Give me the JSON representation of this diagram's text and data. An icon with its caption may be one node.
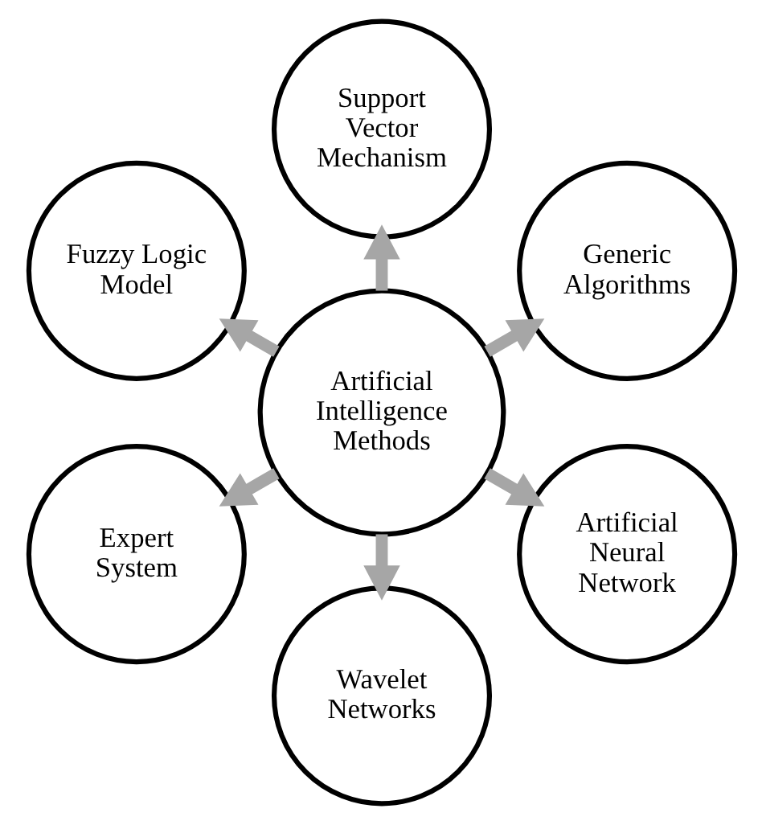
{
  "diagram": {
    "nodes": [
      {
        "text": [
          "Artificial Intelligence Methods"
        ]
      },
      {
        "text": [
          "Artificial Neural Network"
        ]
      },
      {
        "text": [
          "Wavelet Networks"
        ]
      },
      {
        "text": [
          "Expert System"
        ]
      },
      {
        "text": [
          "Fuzzy Logic Model"
        ]
      },
      {
        "text": [
          "Support Vector Mechanism"
        ]
      },
      {
        "text": [
          "Generic Algorithms"
        ]
      }
    ],
    "edges": [
      {
        "from": 0,
        "to": 1,
        "arrow": "to"
      },
      {
        "from": 0,
        "to": 2,
        "arrow": "to"
      },
      {
        "from": 0,
        "to": 3,
        "arrow": "to"
      },
      {
        "from": 0,
        "to": 4,
        "arrow": "to"
      },
      {
        "from": 0,
        "to": 5,
        "arrow": "to"
      },
      {
        "from": 0,
        "to": 6,
        "arrow": "to"
      }
    ]
  }
}
